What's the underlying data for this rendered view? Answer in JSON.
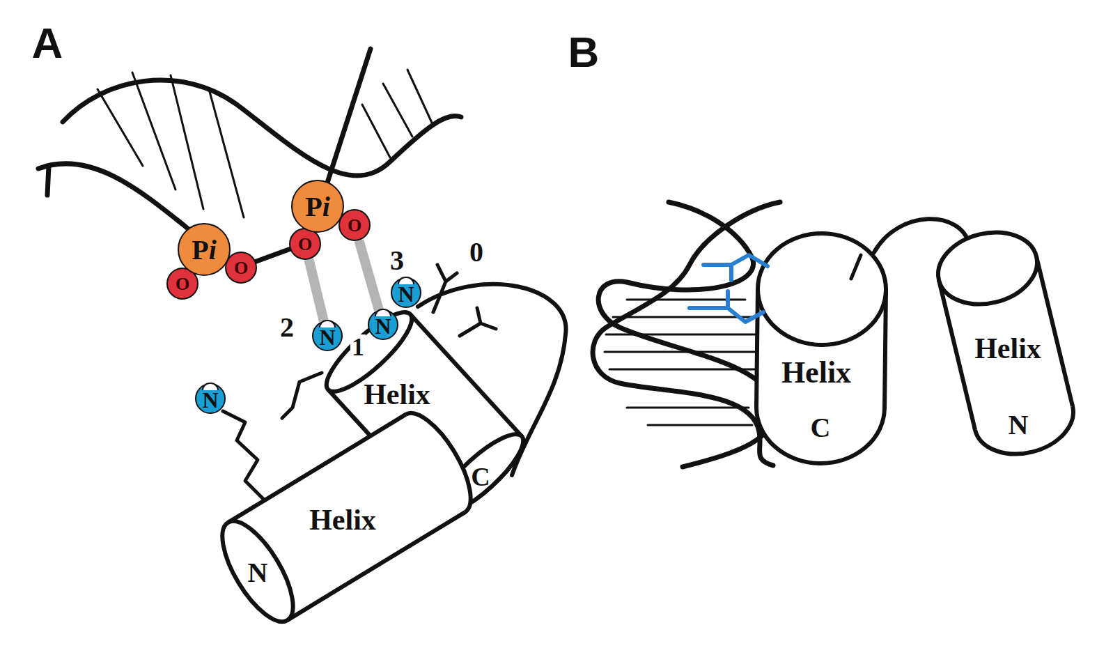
{
  "diagram": {
    "nodes": [
      {
        "text": [
          "Pi"
        ]
      },
      {
        "text": [
          "O"
        ]
      },
      {
        "text": [
          "O"
        ]
      },
      {
        "text": [
          "Pi"
        ]
      },
      {
        "text": [
          "O"
        ]
      },
      {
        "text": [
          "O"
        ]
      },
      {
        "text": [
          "N"
        ]
      },
      {
        "text": [
          "N"
        ]
      },
      {
        "text": [
          "N"
        ]
      },
      {
        "text": [
          "N"
        ]
      },
      {
        "text": [
          "Helix",
          "C"
        ]
      },
      {
        "text": [
          "Helix",
          "N"
        ]
      },
      {
        "text": [
          "Helix",
          "C"
        ]
      },
      {
        "text": [
          "Helix",
          "N"
        ]
      }
    ],
    "edges": [
      {
        "from": 4,
        "to": 7,
        "arrow": "none"
      },
      {
        "from": 5,
        "to": 8,
        "arrow": "none"
      }
    ],
    "labels": [
      "A",
      "B",
      "3",
      "0",
      "2",
      "1"
    ]
  }
}
